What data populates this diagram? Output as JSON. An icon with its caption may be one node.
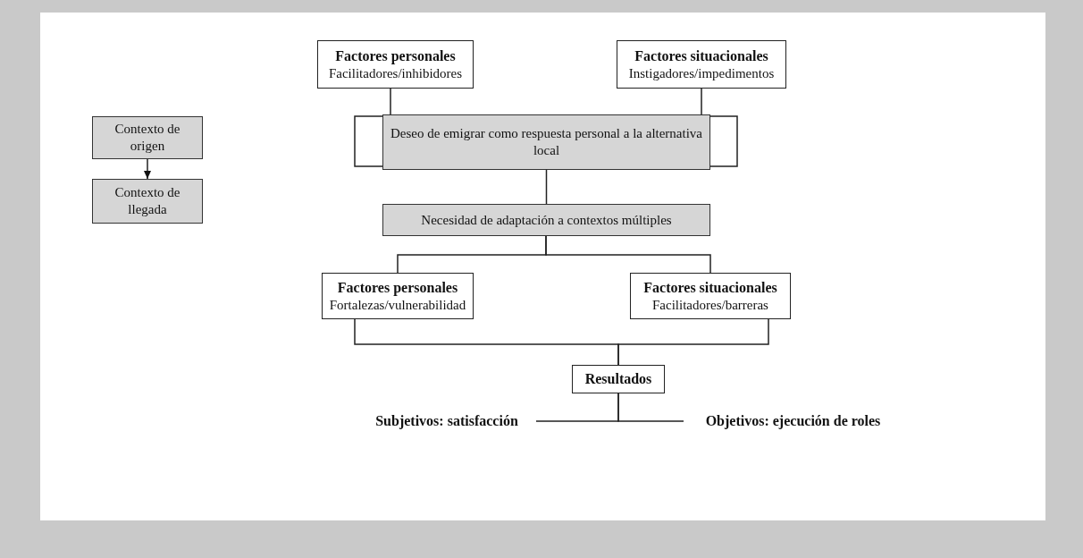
{
  "diagram": {
    "nodes": [
      {
        "text": [
          "Factores personales",
          "Facilitadores/inhibidores"
        ]
      },
      {
        "text": [
          "Factores situacionales",
          "Instigadores/impedimentos"
        ]
      },
      {
        "text": [
          "Contexto de origen"
        ]
      },
      {
        "text": [
          "Contexto de llegada"
        ]
      },
      {
        "text": [
          "Deseo de emigrar como respuesta personal a la alternativa local"
        ]
      },
      {
        "text": [
          "Necesidad de adaptación a contextos múltiples"
        ]
      },
      {
        "text": [
          "Factores personales",
          "Fortalezas/vulnerabilidad"
        ]
      },
      {
        "text": [
          "Factores situacionales",
          "Facilitadores/barreras"
        ]
      },
      {
        "text": [
          "Resultados"
        ]
      },
      {
        "text": [
          "Subjetivos: satisfacción"
        ]
      },
      {
        "text": [
          "Objetivos: ejecución de roles"
        ]
      }
    ],
    "edges": [
      {
        "from": 0,
        "to": 4,
        "arrow": "none"
      },
      {
        "from": 1,
        "to": 4,
        "arrow": "none"
      },
      {
        "from": 2,
        "to": 3,
        "arrow": "to"
      },
      {
        "from": 4,
        "to": 5,
        "arrow": "none"
      },
      {
        "from": 5,
        "to": 6,
        "arrow": "none"
      },
      {
        "from": 5,
        "to": 7,
        "arrow": "none"
      },
      {
        "from": 6,
        "to": 8,
        "arrow": "none"
      },
      {
        "from": 7,
        "to": 8,
        "arrow": "none"
      },
      {
        "from": 8,
        "to": 9,
        "arrow": "none"
      },
      {
        "from": 8,
        "to": 10,
        "arrow": "none"
      }
    ]
  }
}
